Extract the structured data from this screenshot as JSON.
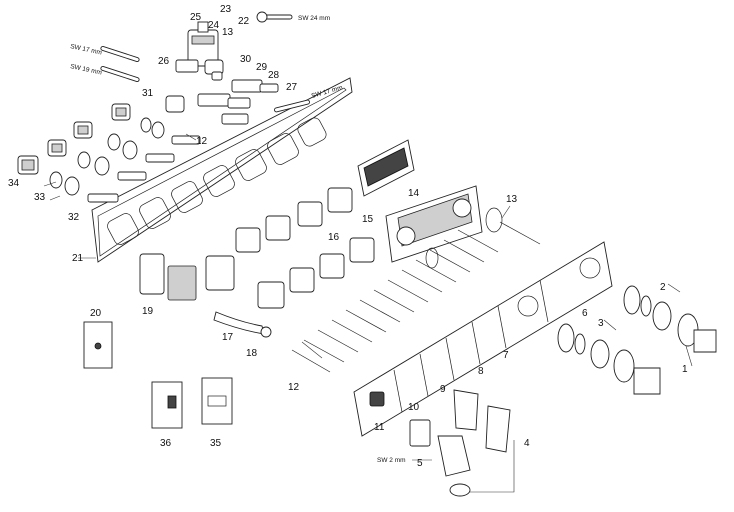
{
  "callouts": {
    "c1": "1",
    "c2": "2",
    "c3": "3",
    "c4": "4",
    "c5": "5",
    "c6": "6",
    "c7": "7",
    "c8": "8",
    "c9": "9",
    "c10": "10",
    "c11": "11",
    "c12a": "12",
    "c12b": "12",
    "c13a": "13",
    "c13b": "13",
    "c14": "14",
    "c15": "15",
    "c16": "16",
    "c17": "17",
    "c18": "18",
    "c19": "19",
    "c20": "20",
    "c21": "21",
    "c22": "22",
    "c23": "23",
    "c24": "24",
    "c25": "25",
    "c26": "26",
    "c27": "27",
    "c28": "28",
    "c29": "29",
    "c30": "30",
    "c31": "31",
    "c32": "32",
    "c33": "33",
    "c34": "34",
    "c35": "35",
    "c36": "36"
  },
  "tools": {
    "sw24": "SW 24 mm",
    "sw17a": "SW 17 mm",
    "sw19": "SW 19 mm",
    "sw17b": "SW 17 mm",
    "sw2": "SW 2 mm"
  },
  "colors": {
    "line": "#222222",
    "fill": "#ffffff",
    "dark": "#444444"
  }
}
